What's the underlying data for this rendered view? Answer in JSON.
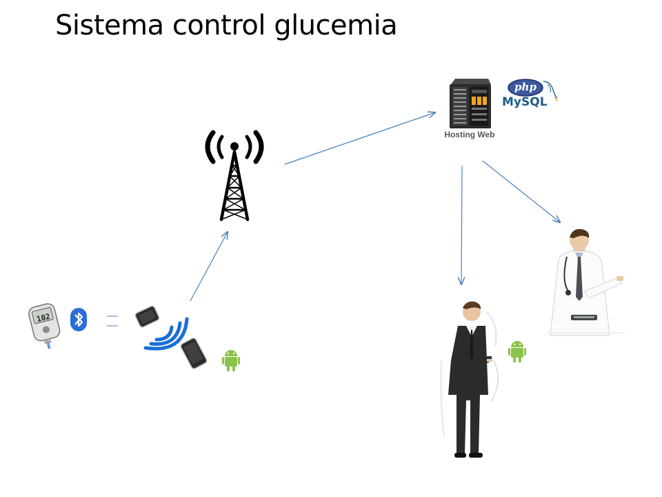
{
  "slide": {
    "title": "Sistema control glucemia"
  },
  "server": {
    "label": "Hosting Web",
    "php_logo_text": "php",
    "mysql_logo_text": "MySQL"
  },
  "glucometer": {
    "reading": "102"
  },
  "icons": {
    "antenna": "radio-tower-icon",
    "bluetooth": "bluetooth-icon",
    "android": "android-icon",
    "server": "server-icon",
    "phones": "smartphone-icon",
    "wireless": "wireless-signal-icon",
    "doctor": "doctor-icon",
    "businessman": "businessman-icon",
    "glucometer": "glucometer-icon"
  },
  "colors": {
    "arrow": "#4a7ebb",
    "android_green": "#8bc34a",
    "bluetooth_blue": "#2a6fd6",
    "wireless_blue": "#1a6fd8"
  }
}
